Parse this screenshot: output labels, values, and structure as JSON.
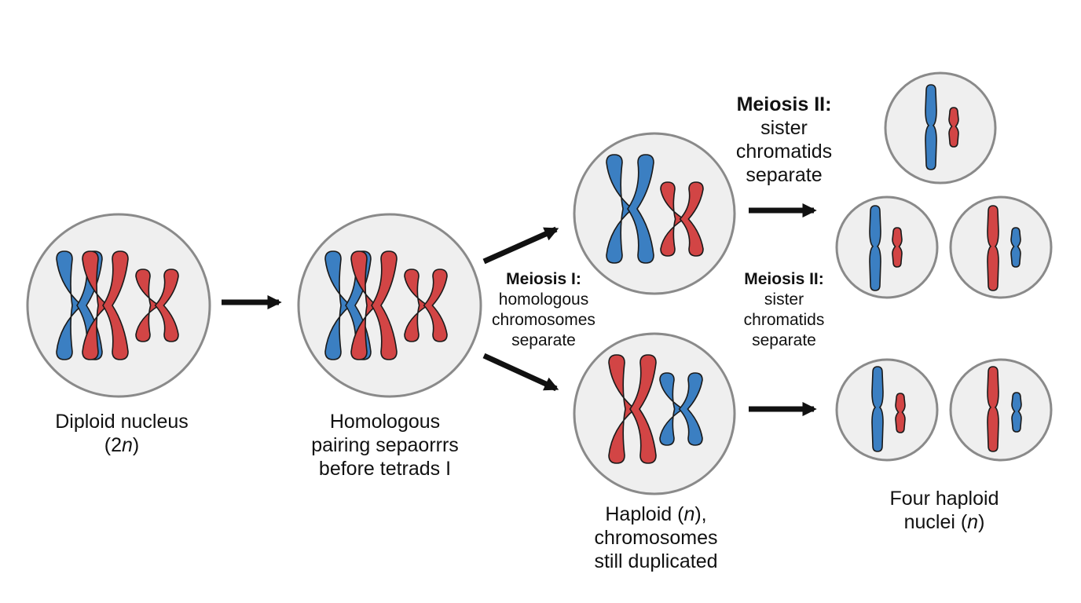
{
  "colors": {
    "blue_chromosome": "#3b7fc2",
    "red_chromosome": "#d24545",
    "nucleus_fill": "#efefef",
    "nucleus_border": "#8a8a8a",
    "outline": "#1a1a1a",
    "arrow": "#111111"
  },
  "labels": {
    "diploid_line1": "Diploid nucleus",
    "diploid_prefix": "(2",
    "diploid_n": "n",
    "diploid_suffix": ")",
    "homologous_line1": "Homologous",
    "homologous_line2": "pairing sepaorrrs",
    "homologous_line3": "before tetrads I",
    "meiosis1_title": "Meiosis I:",
    "meiosis1_line2": "homologous",
    "meiosis1_line3": "chromosomes",
    "meiosis1_line4": "separate",
    "meiosis2_top_title": "Meiosis II:",
    "meiosis2_top_line2": "sister",
    "meiosis2_top_line3": "chromatids",
    "meiosis2_top_line4": "separate",
    "meiosis2_mid_title": "Meiosis II:",
    "meiosis2_mid_line2": "sister",
    "meiosis2_mid_line3": "chromatids",
    "meiosis2_mid_line4": "separate",
    "haploid_prefix": "Haploid (",
    "haploid_n": "n",
    "haploid_suffix": "),",
    "haploid_line2": "chromosomes",
    "haploid_line3": "still duplicated",
    "four_line1": "Four haploid",
    "four_prefix": "nuclei (",
    "four_n": "n",
    "four_suffix": ")"
  }
}
